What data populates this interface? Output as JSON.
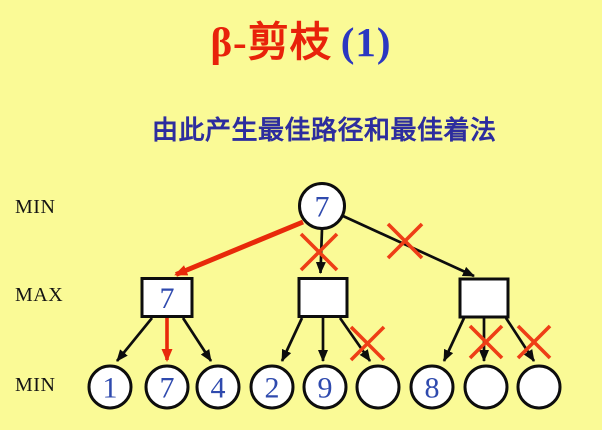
{
  "slide": {
    "title": {
      "main": "β-剪枝",
      "number": "(1)"
    },
    "subtitle": "由此产生最佳路径和最佳着法"
  },
  "levels": [
    {
      "label": "MIN"
    },
    {
      "label": "MAX"
    },
    {
      "label": "MIN"
    }
  ],
  "tree": {
    "root": {
      "value": "7"
    },
    "max_nodes": [
      {
        "value": "7"
      },
      {
        "value": ""
      },
      {
        "value": ""
      }
    ],
    "leaves": [
      {
        "value": "1"
      },
      {
        "value": "7"
      },
      {
        "value": "4"
      },
      {
        "value": "2"
      },
      {
        "value": "9"
      },
      {
        "value": ""
      },
      {
        "value": "8"
      },
      {
        "value": ""
      },
      {
        "value": ""
      }
    ]
  },
  "colors": {
    "background": "#FAFA96",
    "title_main": "#E8220A",
    "title_number": "#2B37C1",
    "subtitle": "#2D2D9E",
    "node_value": "#2F4AAE",
    "edge_black": "#0D0D0D",
    "best_path_red": "#E8290A",
    "pruning_cross_red": "#EE3E16"
  }
}
